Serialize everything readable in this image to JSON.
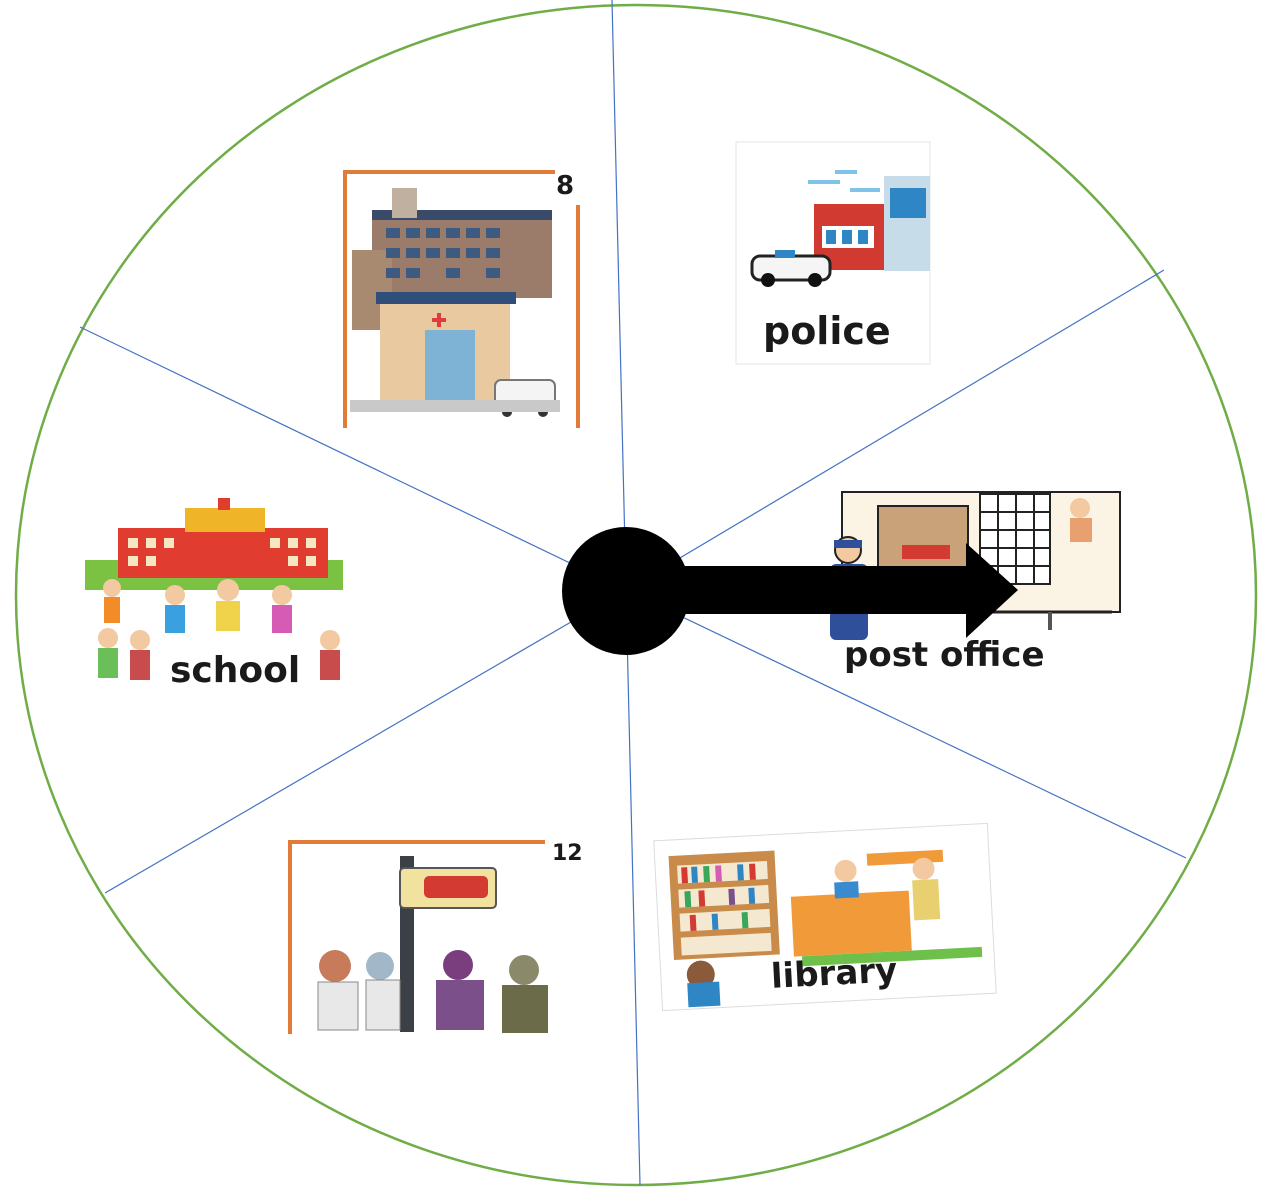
{
  "colors": {
    "circle_outline": "#70ad47",
    "divider_lines": "#4472c4",
    "spinner": "#000000"
  },
  "segments": [
    {
      "label": "police",
      "icon": "police-station-icon"
    },
    {
      "label": "post office",
      "icon": "post-office-icon"
    },
    {
      "label": "library",
      "icon": "library-icon"
    },
    {
      "label": "",
      "number": "12",
      "icon": "bus-stop-icon"
    },
    {
      "label": "school",
      "icon": "school-icon"
    },
    {
      "label": "",
      "number": "8",
      "icon": "hospital-icon"
    }
  ],
  "spinner": {
    "icon": "arrow-right-icon"
  }
}
